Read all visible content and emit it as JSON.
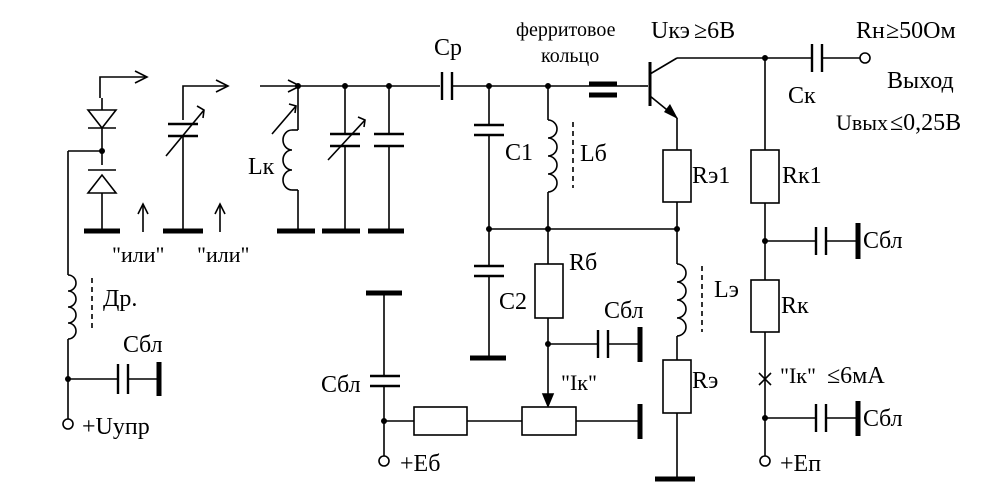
{
  "labels": {
    "Cr": "Cр",
    "ferrite1": "ферритовое",
    "ferrite2": "кольцо",
    "Uke": "Uкэ",
    "Uke_val": "≥6В",
    "Rn": "Rн",
    "Rn_val": "≥50Ом",
    "Ck_top": "Cк",
    "vyhod": "Выход",
    "Uvyh": "Uвых",
    "Uvyh_val": "≤0,25В",
    "Lk": "Lк",
    "C1": "C1",
    "Lb": "Lб",
    "Re1": "Rэ1",
    "Rk1": "Rк1",
    "Cbl_right1": "Cбл",
    "ili1": "\"или\"",
    "ili2": "\"или\"",
    "Dr": "Др.",
    "Rb": "Rб",
    "C2": "C2",
    "Cbl_mid": "Cбл",
    "Le": "Lэ",
    "Rk": "Rк",
    "Cbl_left": "Cбл",
    "Ik_mid": "\"Iк\"",
    "Re": "Rэ",
    "Ik_right": "\"Iк\"",
    "Ik_val": "≤6мА",
    "Cbl_base": "Cбл",
    "Cbl_right2": "Cбл",
    "Uupr": "+Uупр",
    "Eb": "+Eб",
    "Ep": "+Eп"
  }
}
